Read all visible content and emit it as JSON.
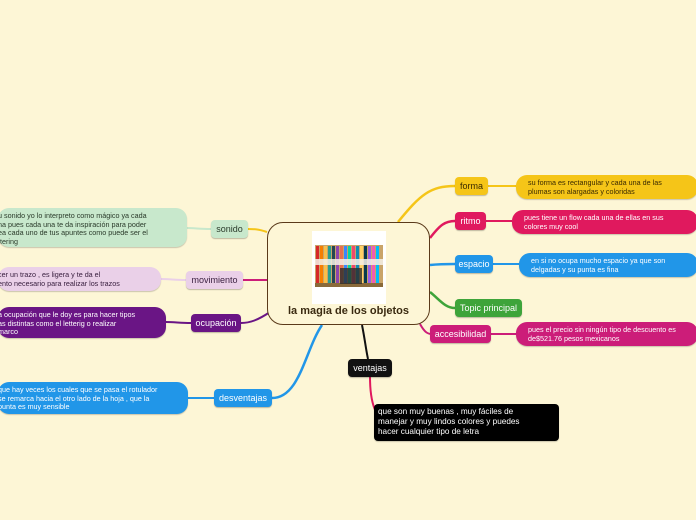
{
  "central": {
    "title": "la magia de los objetos",
    "image": "box-of-colored-pens-image"
  },
  "branches_right": [
    {
      "label": "forma",
      "color": "#f5c518",
      "detail": [
        "su forma es rectangular y cada una de las",
        "plumas son alargadas y coloridas"
      ]
    },
    {
      "label": "ritmo",
      "color": "#e0195e",
      "detail": [
        "pues tiene un flow cada una de ellas en sus",
        "colores muy cool"
      ]
    },
    {
      "label": "espacio",
      "color": "#2196e8",
      "detail": [
        "en si no ocupa mucho espacio ya que son",
        "delgadas y su punta es fina"
      ]
    },
    {
      "label": "Topic principal",
      "color": "#3ea43a"
    },
    {
      "label": "accesibilidad",
      "color": "#cc1d79",
      "detail": [
        "pues el precio sin ningún tipo de descuento es",
        "de$521.76 pesos mexicanos"
      ]
    },
    {
      "label": "ventajas",
      "color": "#111111",
      "detail": [
        "que son muy buenas , muy fáciles de",
        "manejar y muy lindos colores y puedes",
        "hacer cualquier tipo de letra"
      ]
    }
  ],
  "branches_left": [
    {
      "label": "sonido",
      "color": "#c8e8cc",
      "detail": [
        "u sonido yo lo interpreto como mágico ya cada",
        "na pues   cada una te da inspiración para poder",
        "ea cada uno de tus apuntes como puede ser el",
        "ttering"
      ]
    },
    {
      "label": "movimiento",
      "color": "#ead0e8",
      "detail": [
        "cer un trazo , es ligera y te da el",
        "ento necesario para realizar los trazos"
      ]
    },
    {
      "label": "ocupación",
      "color": "#6a1585",
      "detail": [
        "a ocupación que le doy es para hacer tipos",
        "as distintas como el letterig o realizar",
        "marco"
      ]
    },
    {
      "label": "desventajas",
      "color": "#2196e8",
      "detail": [
        "que hay veces los cuales que se pasa el rotulador",
        "se remarca hacia el otro lado de la hoja , que la",
        "punta es muy sensible"
      ]
    }
  ]
}
